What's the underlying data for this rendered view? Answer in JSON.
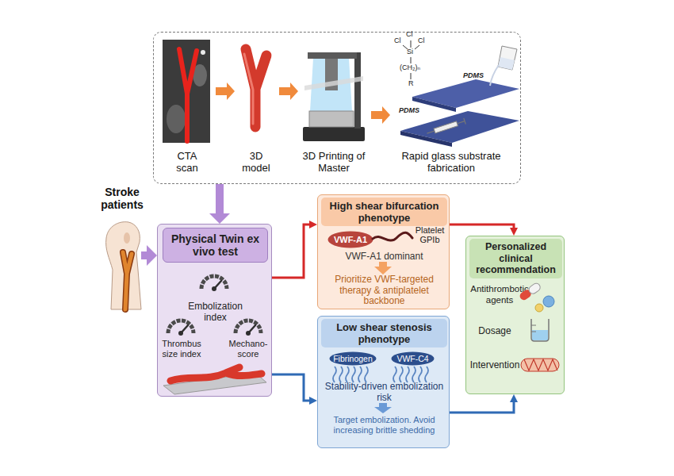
{
  "diagram": {
    "nodes": [
      {
        "text": [
          "CTA scan",
          "3D model",
          "3D Printing of Master",
          "Rapid glass substrate fabrication"
        ]
      },
      {
        "text": [
          "Stroke patients"
        ]
      },
      {
        "text": [
          "Physical Twin ex vivo test",
          "Embolization index",
          "Thrombus size index",
          "Mechano-score"
        ]
      },
      {
        "text": [
          "High shear bifurcation phenotype",
          "VWF-A1 dominant",
          "Prioritize VWF-targeted therapy & antiplatelet backbone"
        ]
      },
      {
        "text": [
          "VWF-A1"
        ],
        "in": 3
      },
      {
        "text": [
          "Low shear stenosis phenotype",
          "Stability-driven embolization risk",
          "Target embolization. Avoid increasing brittle shedding"
        ]
      },
      {
        "text": [
          "Fibrinogen"
        ],
        "in": 5
      },
      {
        "text": [
          "VWF-C4"
        ],
        "in": 5
      },
      {
        "text": [
          "Personalized clinical recommendation",
          "Antithrombotic agents",
          "Dosage",
          "Intervention"
        ]
      }
    ],
    "edges": [
      {
        "from": 0,
        "to": 2,
        "arrow": "to"
      },
      {
        "from": 1,
        "to": 2,
        "arrow": "to"
      },
      {
        "from": 2,
        "to": 3,
        "arrow": "to"
      },
      {
        "from": 2,
        "to": 5,
        "arrow": "to"
      },
      {
        "from": 3,
        "to": 8,
        "arrow": "to"
      },
      {
        "from": 5,
        "to": 8,
        "arrow": "to"
      }
    ],
    "labels": [
      "Cl",
      "Cl",
      "Cl",
      "Si",
      "(CH₂)ₙ",
      "R",
      "PDMS",
      "PDMS",
      "Platelet GPIb"
    ]
  }
}
